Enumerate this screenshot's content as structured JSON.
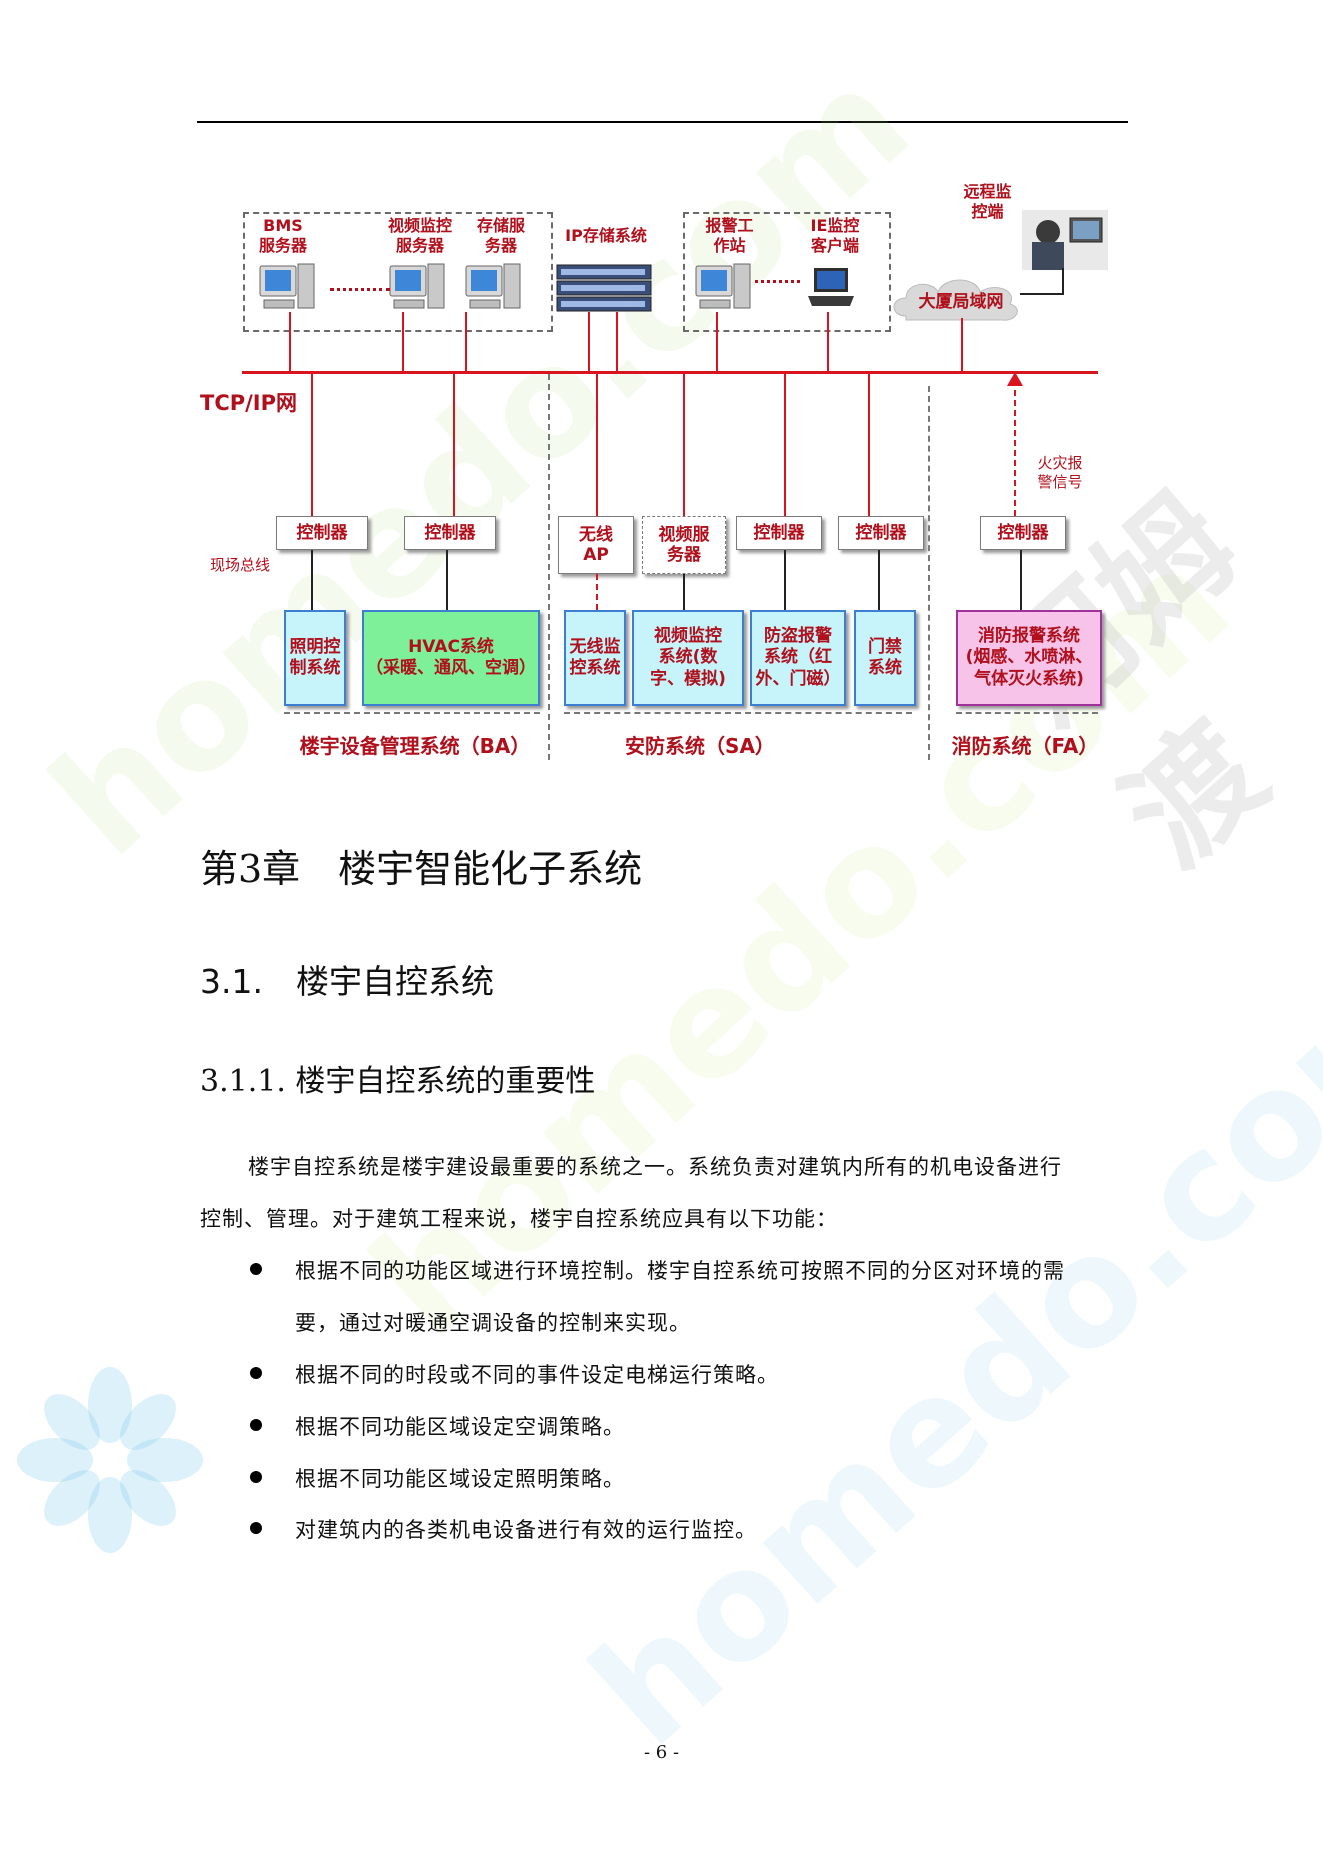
{
  "diagram": {
    "servers_box": {
      "bms_label": "BMS\n服务器",
      "video_server_label": "视频监控\n服务器",
      "storage_label": "存储服\n务器"
    },
    "ip_storage_label": "IP存储系统",
    "alarm_box": {
      "workstation_label": "报警工\n作站",
      "ie_client_label": "IE监控\n客户端"
    },
    "remote_label": "远程监\n控端",
    "lan_label": "大厦局域网",
    "network_label": "TCP/IP网",
    "fieldbus_label": "现场总线",
    "fire_signal_label": "火灾报\n警信号",
    "controllers": {
      "c1": "控制器",
      "c2": "控制器",
      "wireless_ap": "无线\nAP",
      "video_service": "视频服\n务器",
      "c3": "控制器",
      "c4": "控制器",
      "c5": "控制器"
    },
    "systems": {
      "lighting": "照明控\n制系统",
      "hvac": "HVAC系统\n（采暖、通风、空调）",
      "wireless_monitor": "无线监\n控系统",
      "video_monitor": "视频监控\n系统(数\n字、模拟)",
      "burglar_alarm": "防盗报警\n系统（红\n外、门磁）",
      "access": "门禁\n系统",
      "fire_alarm": "消防报警系统\n(烟感、水喷淋、\n气体灭火系统)"
    },
    "groups": {
      "ba": "楼宇设备管理系统（BA）",
      "sa": "安防系统（SA）",
      "fa": "消防系统（FA）"
    }
  },
  "chapter_title": "第3章　楼宇智能化子系统",
  "section_title": "3.1.　楼宇自控系统",
  "subsection_title": "3.1.1.  楼宇自控系统的重要性",
  "intro_line1": "楼宇自控系统是楼宇建设最重要的系统之一。系统负责对建筑内所有的机电设备进行",
  "intro_line2": "控制、管理。对于建筑工程来说，楼宇自控系统应具有以下功能：",
  "bullets": [
    {
      "line1": "根据不同的功能区域进行环境控制。楼宇自控系统可按照不同的分区对环境的需",
      "line2": "要，通过对暖通空调设备的控制来实现。"
    },
    {
      "line1": "根据不同的时段或不同的事件设定电梯运行策略。",
      "line2": ""
    },
    {
      "line1": "根据不同功能区域设定空调策略。",
      "line2": ""
    },
    {
      "line1": "根据不同功能区域设定照明策略。",
      "line2": ""
    },
    {
      "line1": "对建筑内的各类机电设备进行有效的运行监控。",
      "line2": ""
    }
  ],
  "page_number": "- 6 -",
  "watermark": {
    "brand_text": "homedo.com",
    "cn_text": "河姆渡"
  },
  "colors": {
    "diagram_red": "#b0101c",
    "bus_red": "#d8151f",
    "sys_blue": "#c7f3fb",
    "sys_green": "#7ff09a",
    "sys_pink": "#f7c3e8"
  }
}
